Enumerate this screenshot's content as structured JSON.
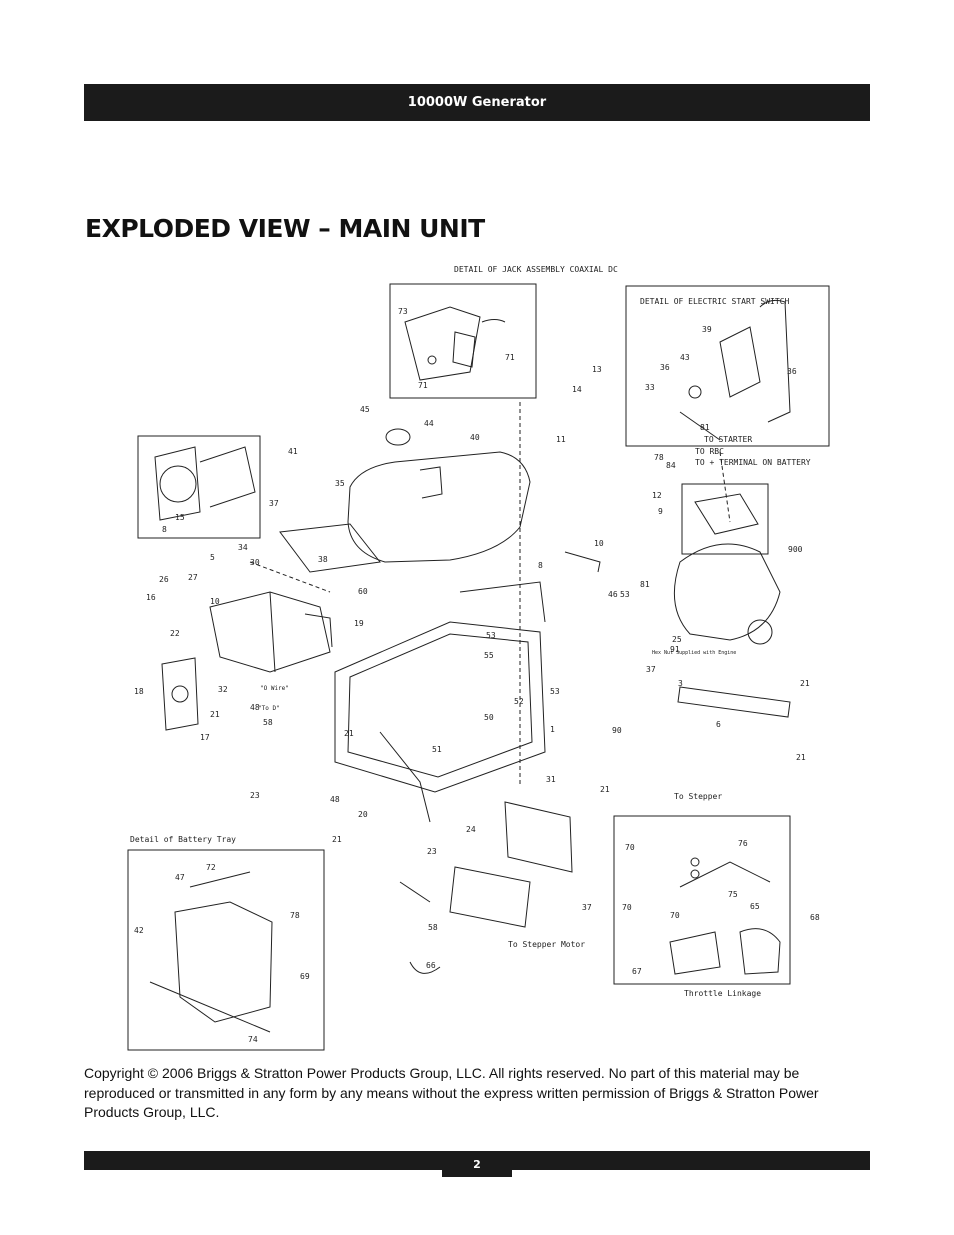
{
  "header": {
    "title": "10000W Generator"
  },
  "page_title": "EXPLODED VIEW – MAIN UNIT",
  "diagram": {
    "callouts": {
      "jack_detail": "DETAIL OF JACK ASSEMBLY COAXIAL DC",
      "switch_detail": "DETAIL OF ELECTRIC START SWITCH",
      "to_starter": "TO STARTER",
      "to_rbc": "TO RBC",
      "to_terminal": "TO + TERMINAL ON BATTERY",
      "battery_tray": "Detail of Battery Tray",
      "throttle": "Throttle Linkage",
      "to_stepper": "To Stepper",
      "to_stepper_motor": "To Stepper Motor",
      "hex_nut": "Hex Nut Supplied with Engine",
      "o_wire": "\"O Wire\"",
      "to_d": "\"To D\""
    },
    "part_numbers": [
      "73",
      "71",
      "71",
      "13",
      "14",
      "11",
      "39",
      "36",
      "43",
      "36",
      "33",
      "81",
      "78",
      "84",
      "45",
      "44",
      "40",
      "41",
      "35",
      "37",
      "38",
      "60",
      "15",
      "8",
      "5",
      "34",
      "30",
      "26",
      "27",
      "10",
      "16",
      "22",
      "18",
      "32",
      "21",
      "48",
      "58",
      "17",
      "12",
      "9",
      "10",
      "8",
      "19",
      "53",
      "55",
      "37",
      "53",
      "46",
      "53",
      "91",
      "52",
      "50",
      "51",
      "90",
      "21",
      "1",
      "31",
      "21",
      "23",
      "48",
      "20",
      "21",
      "23",
      "24",
      "37",
      "58",
      "66",
      "3",
      "21",
      "6",
      "21",
      "900",
      "81",
      "25",
      "70",
      "76",
      "75",
      "65",
      "70",
      "70",
      "68",
      "67",
      "47",
      "72",
      "42",
      "78",
      "69",
      "74"
    ]
  },
  "copyright": "Copyright © 2006 Briggs & Stratton Power Products Group, LLC.  All rights reserved.  No part of this material may be reproduced or transmitted in any form by any means without the express written permission of Briggs & Stratton Power Products Group, LLC.",
  "footer": {
    "page_number": "2"
  }
}
